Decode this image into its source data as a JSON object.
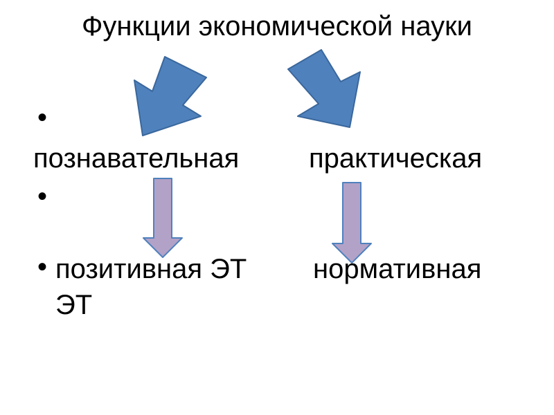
{
  "slide": {
    "title": "Функции экономической науки",
    "bullet_char": "•",
    "labels": {
      "cognitive": "познавательная",
      "practical": "практическая",
      "positive": "позитивная ЭТ",
      "normative_line1": "нормативная",
      "normative_line2": "ЭТ"
    },
    "colors": {
      "big_arrow_fill": "#4F81BD",
      "big_arrow_stroke": "#3A679C",
      "small_arrow_fill": "#B3A2C7",
      "small_arrow_stroke": "#4F81BD"
    }
  }
}
